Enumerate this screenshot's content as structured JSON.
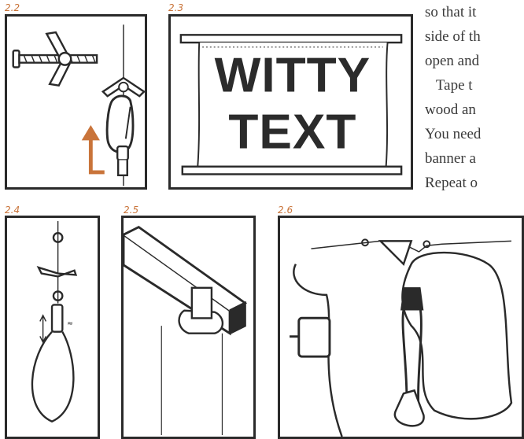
{
  "figures": {
    "fig_2_2": {
      "label": "2.2"
    },
    "fig_2_3": {
      "label": "2.3",
      "banner_line1": "WITTY",
      "banner_line2": "TEXT"
    },
    "fig_2_4": {
      "label": "2.4"
    },
    "fig_2_5": {
      "label": "2.5"
    },
    "fig_2_6": {
      "label": "2.6"
    }
  },
  "body_text": {
    "lines": [
      "so that it",
      "side of th",
      "open and",
      "   Tape t",
      "wood an",
      "You need",
      "banner a",
      "Repeat o"
    ]
  },
  "colors": {
    "accent": "#c9743a",
    "ink": "#2a2a2a"
  }
}
